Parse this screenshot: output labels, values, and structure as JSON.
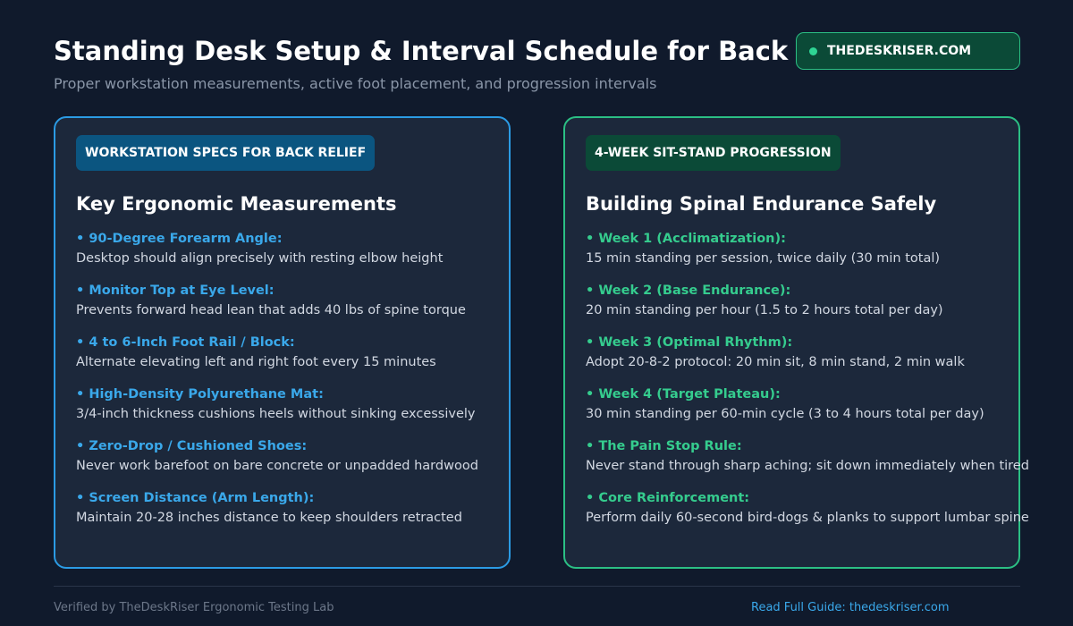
{
  "header": {
    "title": "Standing Desk Setup & Interval Schedule for Back Pain",
    "subtitle": "Proper workstation measurements, active foot placement, and progression intervals",
    "brand": "THEDESKRISER.COM"
  },
  "left_card": {
    "badge": "WORKSTATION SPECS FOR BACK RELIEF",
    "title": "Key Ergonomic Measurements",
    "items": [
      {
        "head": "• 90-Degree Forearm Angle:",
        "desc": "Desktop should align precisely with resting elbow height"
      },
      {
        "head": "• Monitor Top at Eye Level:",
        "desc": "Prevents forward head lean that adds 40 lbs of spine torque"
      },
      {
        "head": "• 4 to 6-Inch Foot Rail / Block:",
        "desc": "Alternate elevating left and right foot every 15 minutes"
      },
      {
        "head": "• High-Density Polyurethane Mat:",
        "desc": "3/4-inch thickness cushions heels without sinking excessively"
      },
      {
        "head": "• Zero-Drop / Cushioned Shoes:",
        "desc": "Never work barefoot on bare concrete or unpadded hardwood"
      },
      {
        "head": "• Screen Distance (Arm Length):",
        "desc": "Maintain 20-28 inches distance to keep shoulders retracted"
      }
    ]
  },
  "right_card": {
    "badge": "4-WEEK SIT-STAND PROGRESSION",
    "title": "Building Spinal Endurance Safely",
    "items": [
      {
        "head": "• Week 1 (Acclimatization):",
        "desc": "15 min standing per session, twice daily (30 min total)"
      },
      {
        "head": "• Week 2 (Base Endurance):",
        "desc": "20 min standing per hour (1.5 to 2 hours total per day)"
      },
      {
        "head": "• Week 3 (Optimal Rhythm):",
        "desc": "Adopt 20-8-2 protocol: 20 min sit, 8 min stand, 2 min walk"
      },
      {
        "head": "• Week 4 (Target Plateau):",
        "desc": "30 min standing per 60-min cycle (3 to 4 hours total per day)"
      },
      {
        "head": "• The Pain Stop Rule:",
        "desc": "Never stand through sharp aching; sit down immediately when tired"
      },
      {
        "head": "• Core Reinforcement:",
        "desc": "Perform daily 60-second bird-dogs & planks to support lumbar spine"
      }
    ]
  },
  "footer": {
    "left": "Verified by TheDeskRiser Ergonomic Testing Lab",
    "right": "Read Full Guide: thedeskriser.com"
  },
  "colors": {
    "background": "#101a2c",
    "card": "#1c283b",
    "blue_accent": "#2b9be4",
    "green_accent": "#2bbf84"
  }
}
